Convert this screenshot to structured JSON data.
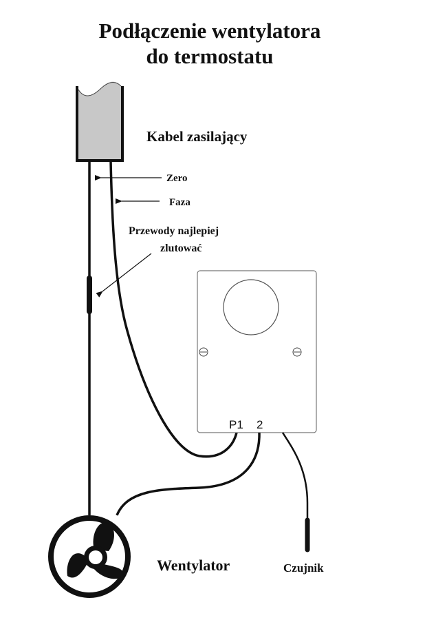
{
  "title": {
    "line1": "Podłączenie  wentylatora",
    "line2": "do termostatu"
  },
  "labels": {
    "power_cable": "Kabel  zasilający",
    "neutral": "Zero",
    "phase": "Faza",
    "solder_note_line1": "Przewody najlepiej",
    "solder_note_line2": "zlutować",
    "terminal_p1": "P1",
    "terminal_2": "2",
    "fan": "Wentylator",
    "sensor": "Czujnik"
  },
  "colors": {
    "ink": "#111111",
    "cable_fill": "#c8c8c8",
    "box_stroke": "#777777"
  }
}
